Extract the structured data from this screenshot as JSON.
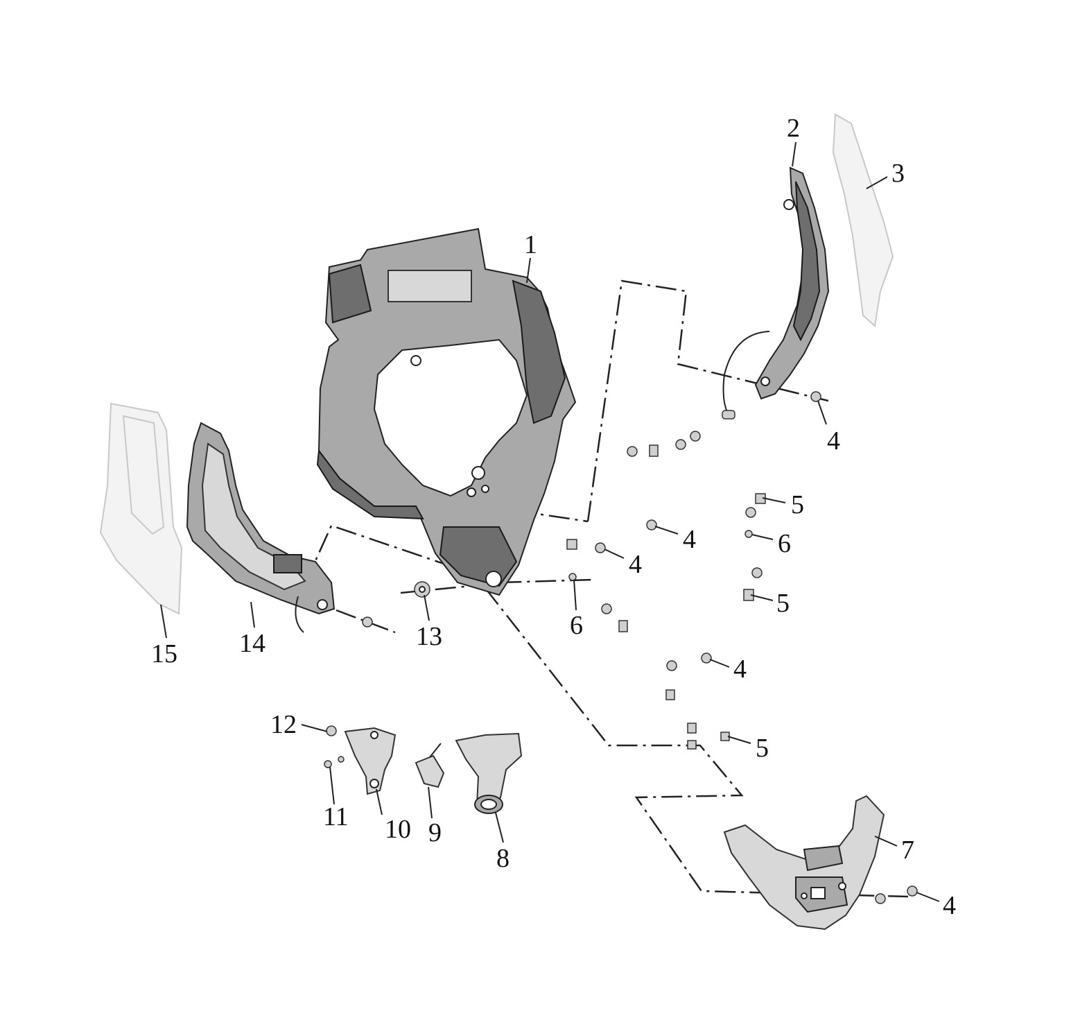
{
  "callouts": {
    "c1": "1",
    "c2": "2",
    "c3": "3",
    "c4a": "4",
    "c4b": "4",
    "c4c": "4",
    "c4d": "4",
    "c4e": "4",
    "c5a": "5",
    "c5b": "5",
    "c5c": "5",
    "c6a": "6",
    "c6b": "6",
    "c7": "7",
    "c8": "8",
    "c9": "9",
    "c10": "10",
    "c11": "11",
    "c12": "12",
    "c13": "13",
    "c14": "14",
    "c15": "15"
  },
  "colors": {
    "part_dark": "#6e6e6e",
    "part_mid": "#a9a9a9",
    "part_light": "#d8d8d8",
    "ghost": "#f3f3f3"
  }
}
